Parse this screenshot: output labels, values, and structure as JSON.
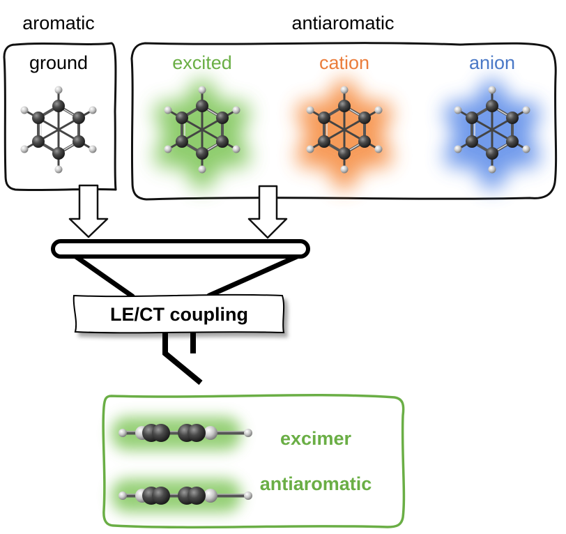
{
  "top_labels": {
    "aromatic": "aromatic",
    "antiaromatic": "antiaromatic"
  },
  "states": [
    {
      "label": "ground",
      "color": "#000000",
      "glow": "none"
    },
    {
      "label": "excited",
      "color": "#6aae45",
      "glow": "#7cc454"
    },
    {
      "label": "cation",
      "color": "#ea7d3c",
      "glow": "#f58a3c"
    },
    {
      "label": "anion",
      "color": "#4a78c6",
      "glow": "#5a8ae8"
    }
  ],
  "funnel": {
    "label": "LE/CT coupling"
  },
  "result": {
    "line1": "excimer",
    "line2": "antiaromatic",
    "color": "#6aae45"
  },
  "icons": {
    "molecule": "benzene-molecule-icon",
    "dimer": "benzene-dimer-icon"
  }
}
